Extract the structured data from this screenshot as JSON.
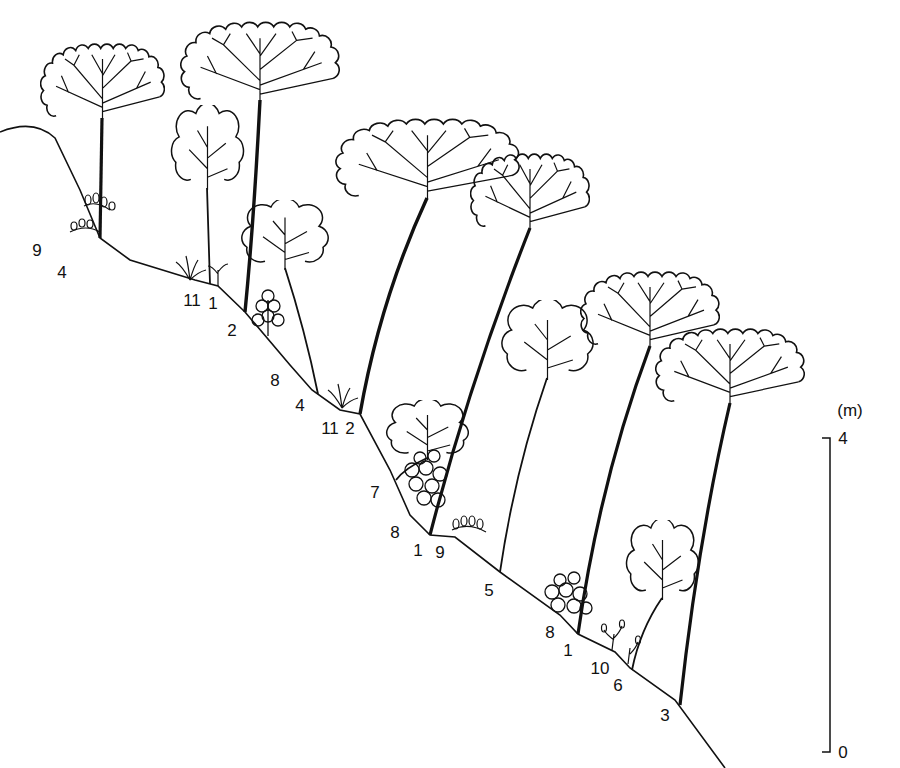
{
  "diagram": {
    "labels": [
      "9",
      "4",
      "11",
      "1",
      "2",
      "8",
      "4",
      "11",
      "2",
      "7",
      "8",
      "1",
      "9",
      "5",
      "8",
      "1",
      "10",
      "6",
      "3",
      "(m)",
      "4",
      "0"
    ]
  }
}
